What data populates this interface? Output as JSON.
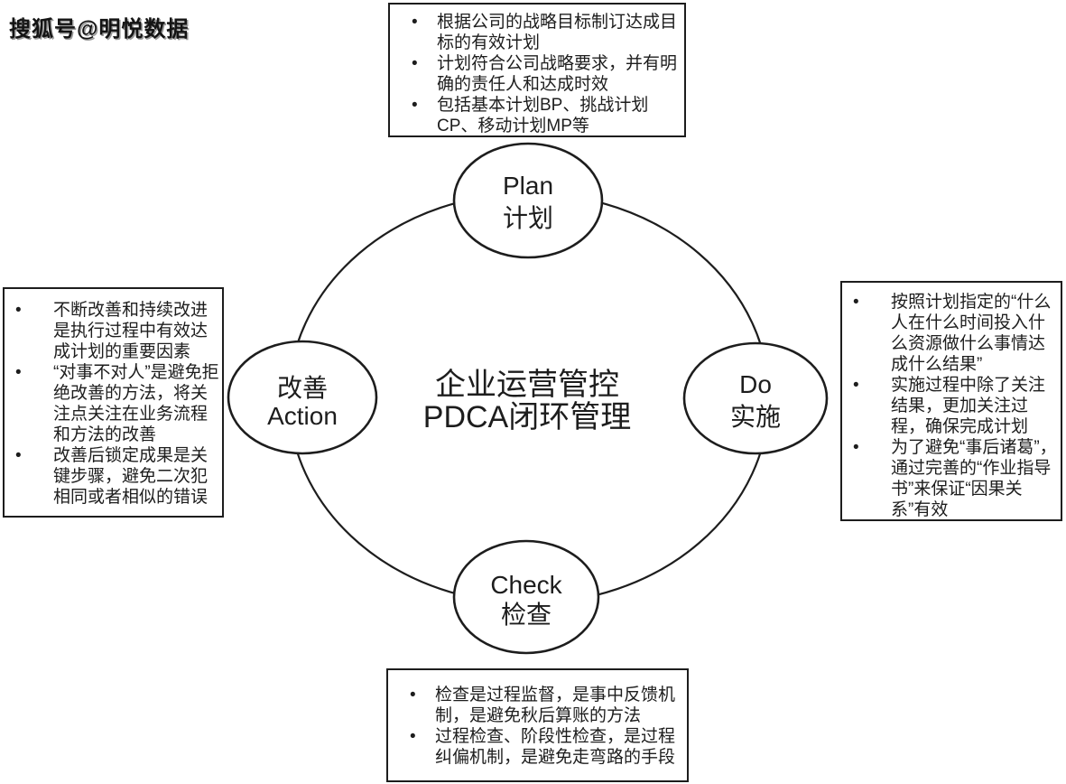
{
  "watermark": "搜狐号@明悦数据",
  "center": {
    "line1": "企业运营管控",
    "line2": "PDCA闭环管理"
  },
  "nodes": {
    "plan": {
      "en": "Plan",
      "zh": "计划"
    },
    "do": {
      "en": "Do",
      "zh": "实施"
    },
    "check": {
      "en": "Check",
      "zh": "检查"
    },
    "action": {
      "zh": "改善",
      "en": "Action"
    }
  },
  "boxes": {
    "plan": {
      "items": [
        "根据公司的战略目标制订达成目标的有效计划",
        "计划符合公司战略要求，并有明确的责任人和达成时效",
        "包括基本计划BP、挑战计划CP、移动计划MP等"
      ]
    },
    "do": {
      "items": [
        "按照计划指定的“什么人在什么时间投入什么资源做什么事情达成什么结果”",
        "实施过程中除了关注结果，更加关注过程，确保完成计划",
        "为了避免“事后诸葛”，通过完善的“作业指导书”来保证“因果关系”有效"
      ]
    },
    "check": {
      "items": [
        "检查是过程监督，是事中反馈机制，是避免秋后算账的方法",
        "过程检查、阶段性检查，是过程纠偏机制，是避免走弯路的手段"
      ]
    },
    "action": {
      "items": [
        "不断改善和持续改进是执行过程中有效达成计划的重要因素",
        "“对事不对人”是避免拒绝改善的方法，将关注点关注在业务流程和方法的改善",
        "改善后锁定成果是关键步骤，避免二次犯相同或者相似的错误"
      ]
    }
  },
  "colors": {
    "ink": "#1d1d1d",
    "background": "#ffffff"
  }
}
